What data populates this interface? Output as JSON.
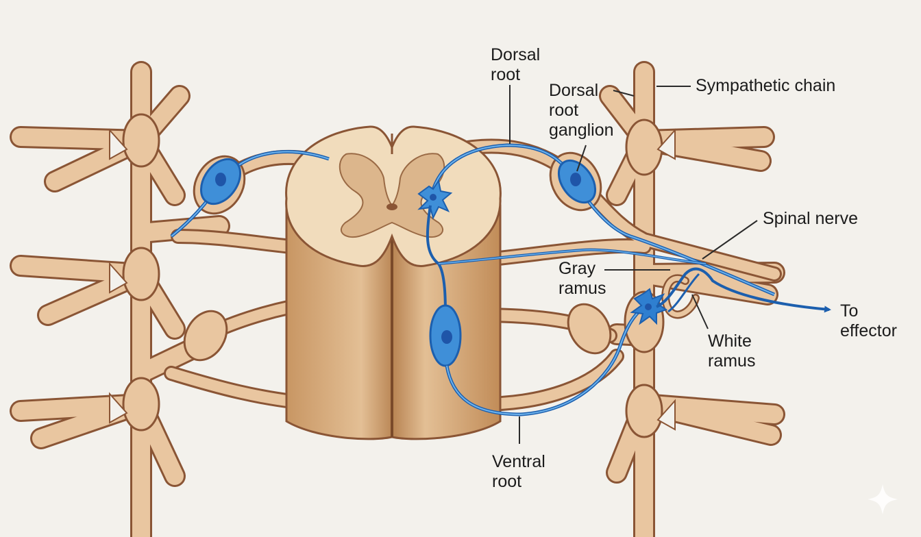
{
  "colors": {
    "background": "#f3f1ec",
    "nerve_tissue": "#e9c6a0",
    "nerve_outline": "#8a5535",
    "cord_white_matter": "#f1dcbc",
    "cord_gray_matter": "#dcb68c",
    "cord_column": "#d4a574",
    "neuron_blue": "#3f8fd8",
    "neuron_outline": "#1c5fae",
    "nucleus": "#1f55a8",
    "label_text": "#1b1b1b",
    "leader_line": "#2a2a2a"
  },
  "labels": {
    "dorsal_root": [
      "Dorsal",
      "root"
    ],
    "dorsal_root_ganglion": [
      "Dorsal",
      "root",
      "ganglion"
    ],
    "sympathetic_chain": [
      "Sympathetic chain"
    ],
    "spinal_nerve": [
      "Spinal nerve"
    ],
    "gray_ramus": [
      "Gray",
      "ramus"
    ],
    "white_ramus": [
      "White",
      "ramus"
    ],
    "to_effector": [
      "To",
      "effector"
    ],
    "ventral_root": [
      "Ventral",
      "root"
    ]
  },
  "icons": {
    "watermark": "sparkle-icon"
  }
}
